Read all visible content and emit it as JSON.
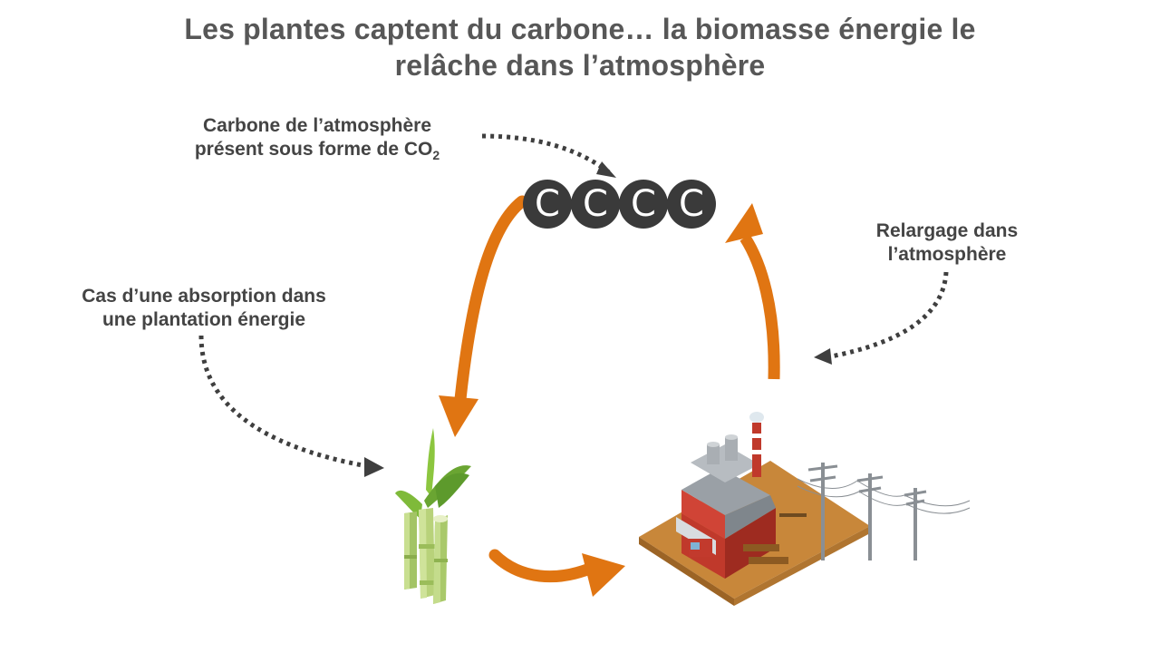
{
  "title": {
    "line1": "Les plantes captent du carbone… la biomasse énergie le",
    "line2": "relâche dans l’atmosphère"
  },
  "labels": {
    "atmosphere": {
      "line1": "Carbone de l’atmosphère",
      "line2_prefix": "présent sous forme de CO",
      "line2_sub": "2"
    },
    "plantation": {
      "line1": "Cas d’une absorption dans",
      "line2": "une plantation énergie"
    },
    "release": {
      "line1": "Relargage dans",
      "line2": "l’atmosphère"
    }
  },
  "carbon_atoms": [
    "C",
    "C",
    "C",
    "C"
  ],
  "colors": {
    "arrow": "#e07512",
    "dotted": "#3f3f3f",
    "atom": "#3a3a3a",
    "text": "#444444"
  },
  "icons": {
    "plant": "sugarcane-icon",
    "factory": "biomass-plant-icon",
    "pylons": "power-pylon-icon"
  }
}
